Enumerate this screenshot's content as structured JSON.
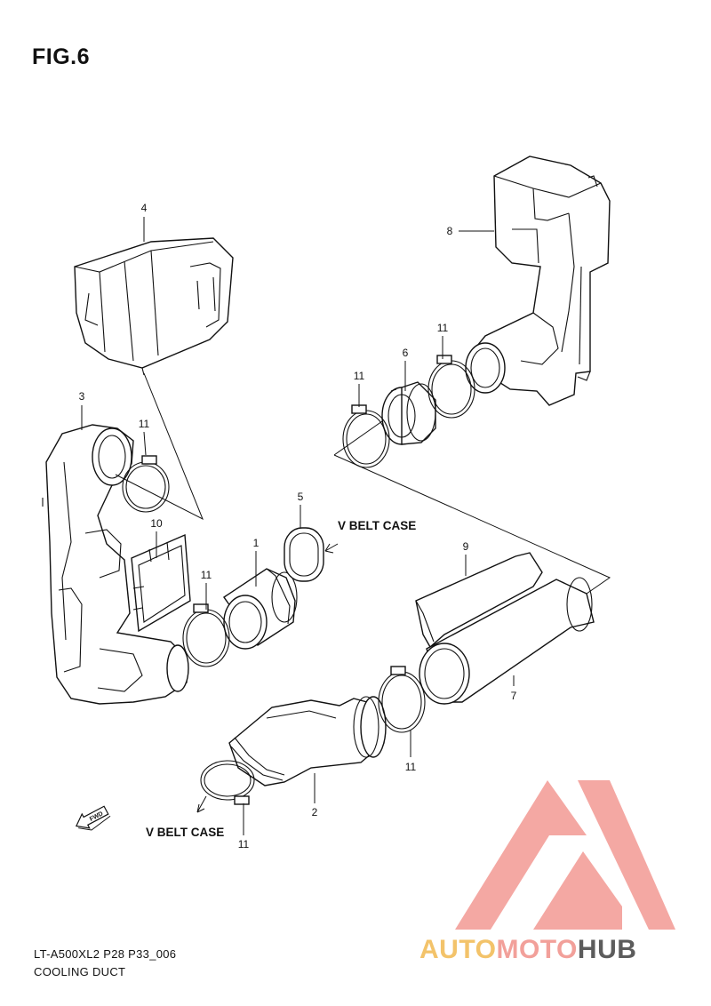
{
  "figure": {
    "title": "FIG.6",
    "page_code": "LT-A500XL2 P28 P33_006",
    "assembly_name": "COOLING DUCT"
  },
  "notes": {
    "v_belt_case_upper": "V BELT CASE",
    "v_belt_case_lower": "V BELT CASE",
    "fwd_arrow_label": "FWD"
  },
  "callouts": {
    "part_1": "1",
    "part_2": "2",
    "part_3": "3",
    "part_4": "4",
    "part_5": "5",
    "part_6": "6",
    "part_7": "7",
    "part_8": "8",
    "part_9": "9",
    "part_10": "10",
    "clamp_a": "11",
    "clamp_b": "11",
    "clamp_c": "11",
    "clamp_d": "11",
    "clamp_e": "11",
    "clamp_f": "11"
  },
  "watermark": {
    "brand_part_1": "AUTO",
    "brand_part_2": "MOTO",
    "brand_part_3": "HUB",
    "colors": {
      "auto": "#f3c36a",
      "moto": "#f2a09a",
      "hub": "#5c5c5c",
      "logo": "#f39a94"
    }
  }
}
